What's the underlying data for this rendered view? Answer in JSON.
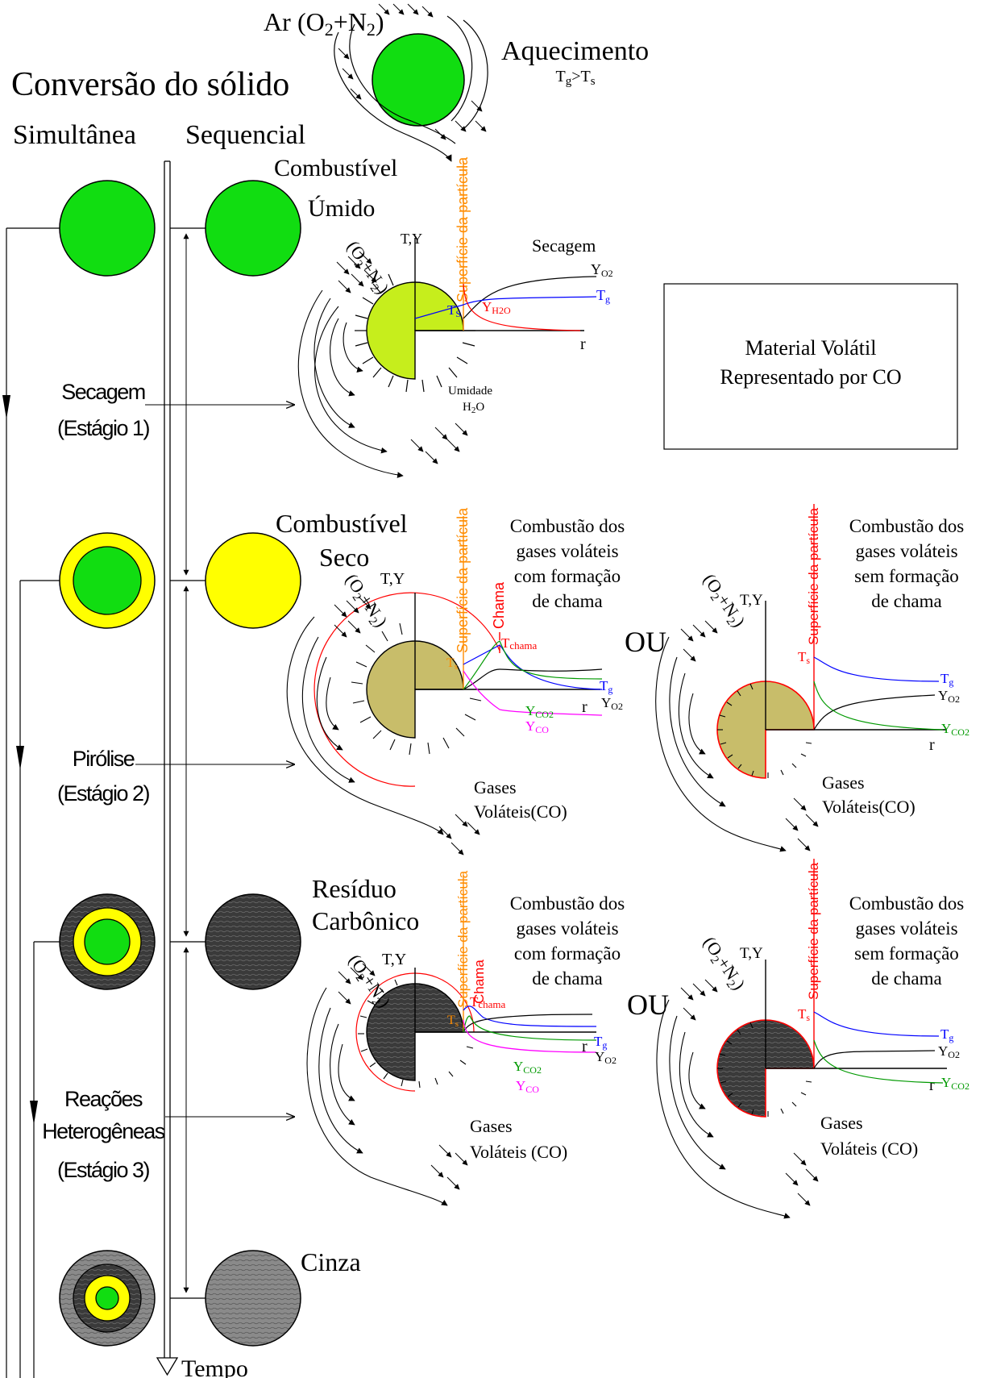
{
  "header": {
    "title": "Conversão do sólido",
    "col_simultaneous": "Simultânea",
    "col_sequential": "Sequencial",
    "time_axis": "Tempo"
  },
  "heating": {
    "air": "Ar",
    "air_species": "(O2+N2)",
    "title": "Aquecimento",
    "condition": "Tg>Ts"
  },
  "states": {
    "wet_fuel": [
      "Combustível",
      "Úmido"
    ],
    "dry_fuel": [
      "Combustível",
      "Seco"
    ],
    "char": [
      "Resíduo",
      "Carbônico"
    ],
    "ash": "Cinza"
  },
  "stages": {
    "drying": [
      "Secagem",
      "(Estágio 1)"
    ],
    "pyrolysis": [
      "Pirólise",
      "(Estágio 2)"
    ],
    "heterogeneous": [
      "Reações",
      "Heterogêneas",
      "(Estágio 3)"
    ]
  },
  "drying_panel": {
    "title": "Secagem",
    "surface_label": "Superfície da partícula",
    "axis_y": "T,Y",
    "axis_x": "r",
    "oxidizer": "(O2+N2)",
    "curves": {
      "yo2": "YO2",
      "tg": "Tg",
      "ts": "Ts",
      "yh2o": "YH2O"
    },
    "moisture_label": [
      "Umidade",
      "H2O"
    ]
  },
  "legend_box": {
    "line1": "Material Volátil",
    "line2": "Representado por CO"
  },
  "flame_panel": {
    "caption": [
      "Combustão dos",
      "gases voláteis",
      "com formação",
      "de chama"
    ],
    "surface_label": "Superfície da partícula",
    "flame_label": "Chama",
    "t_flame": "Tchama",
    "ts": "Ts",
    "tg": "Tg",
    "yo2": "YO2",
    "yco2": "YCO2",
    "yco": "YCO",
    "gases": [
      "Gases",
      "Voláteis(CO)"
    ],
    "gases_char": [
      "Gases",
      "Voláteis (CO)"
    ]
  },
  "noflame_panel": {
    "or_label": "OU",
    "caption": [
      "Combustão dos",
      "gases voláteis",
      "sem formação",
      "de chama"
    ],
    "surface_label": "Superfície da partícula",
    "ts": "Ts",
    "tg": "Tg",
    "yo2": "YO2",
    "yco2": "YCO2",
    "gases": [
      "Gases",
      "Voláteis(CO)"
    ],
    "gases_char": [
      "Gases",
      "Voláteis (CO)"
    ]
  },
  "colors": {
    "wet": "#11dd11",
    "dry": "#ffff00",
    "drying_core": "#c6ee1c",
    "pyrolysis_core": "#c8bd6a",
    "char": "#3a3a3a",
    "ash": "#8a8a8a",
    "surface_orange": "#ff8c00",
    "flame_red": "#ff0000",
    "tg_blue": "#0000ff",
    "yco2_green": "#009900",
    "yco_magenta": "#ff00ff"
  }
}
